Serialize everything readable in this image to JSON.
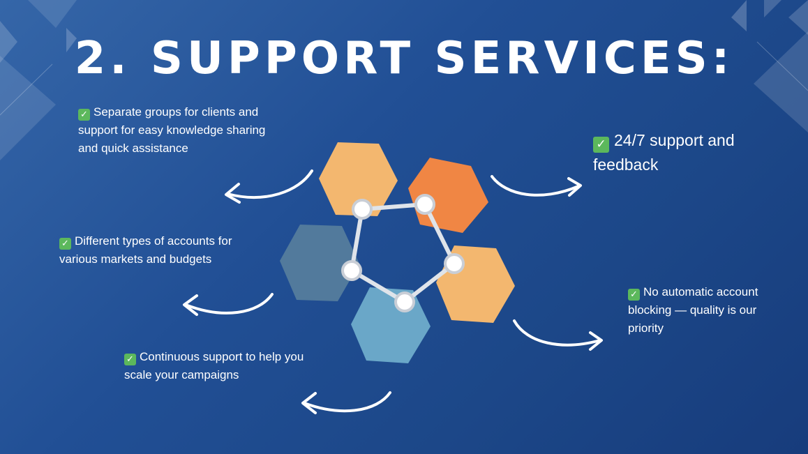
{
  "slide": {
    "title": "2. SUPPORT SERVICES:"
  },
  "items": [
    {
      "text": "Separate groups for clients and support for easy knowledge sharing and quick assistance"
    },
    {
      "text": "Different types of accounts for various markets and budgets"
    },
    {
      "text": "Continuous support to help you scale your campaigns"
    },
    {
      "text": "24/7 support and feedback"
    },
    {
      "text": "No automatic account blocking — quality is our priority"
    }
  ],
  "check_icon": {
    "name": "checkmark-box-icon",
    "glyph": "✓",
    "color": "#5cb85c"
  },
  "colors": {
    "background_start": "#3566a8",
    "background_end": "#173c7c",
    "hex_light_orange": "#f3b76f",
    "hex_orange": "#f08644",
    "hex_slate": "#527a9c",
    "hex_sky": "#6aa7c8",
    "connector": "#dfe4ea",
    "arrow": "#ffffff"
  }
}
